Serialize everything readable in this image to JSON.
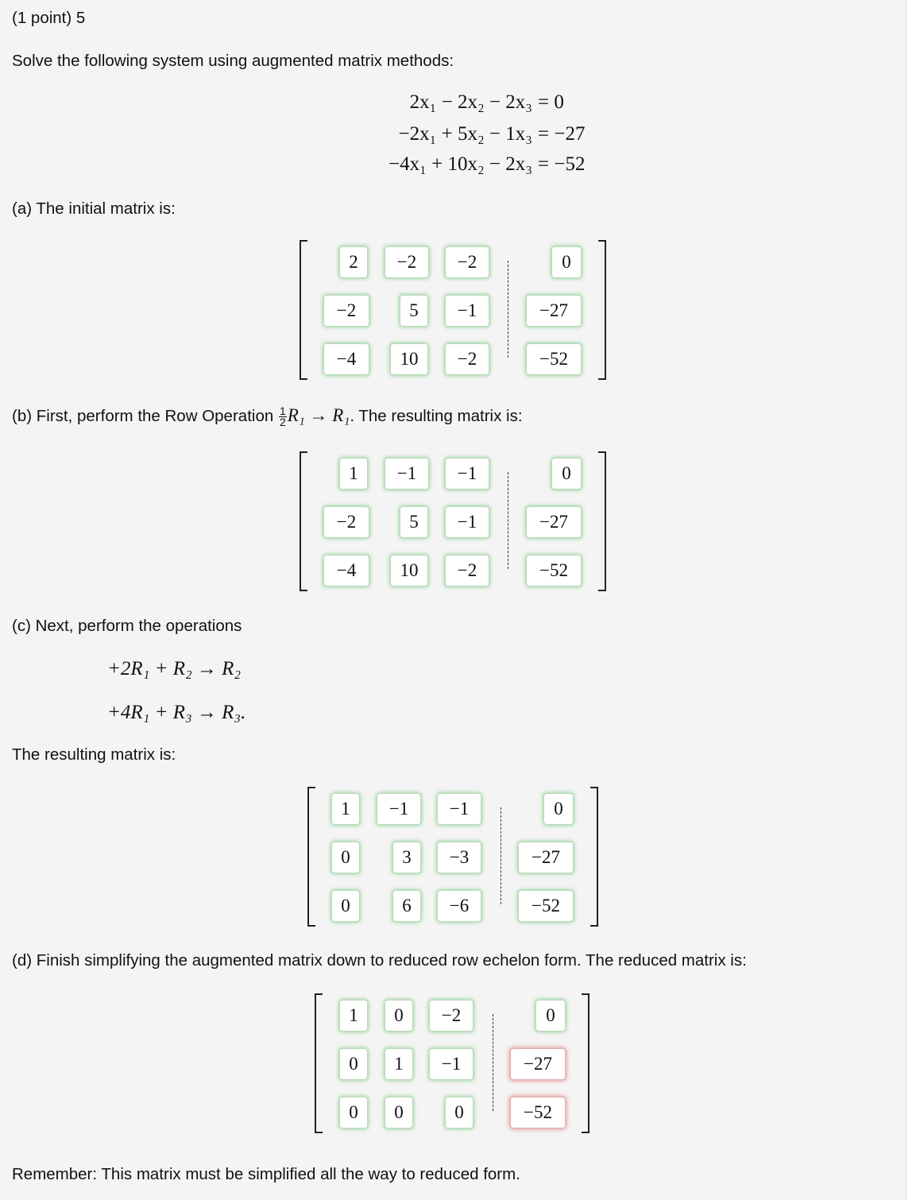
{
  "problem": {
    "header": "(1 point) 5",
    "instruction": "Solve the following system using augmented matrix methods:"
  },
  "system": [
    {
      "lhs": "2x₁ − 2x₂ − 2x₃",
      "rhs": "= 0"
    },
    {
      "lhs": "−2x₁ + 5x₂ − 1x₃",
      "rhs": "= −27"
    },
    {
      "lhs": "−4x₁ + 10x₂ − 2x₃",
      "rhs": "= −52"
    }
  ],
  "part_a": {
    "label": "(a) The initial matrix is:",
    "matrix": [
      [
        "2",
        "−2",
        "−2",
        "0"
      ],
      [
        "−2",
        "5",
        "−1",
        "−27"
      ],
      [
        "−4",
        "10",
        "−2",
        "−52"
      ]
    ]
  },
  "part_b": {
    "label_start": "(b) First, perform the Row Operation ",
    "frac_num": "1",
    "frac_den": "2",
    "operation": "R₁ → R₁",
    "label_end": ". The resulting matrix is:",
    "matrix": [
      [
        "1",
        "−1",
        "−1",
        "0"
      ],
      [
        "−2",
        "5",
        "−1",
        "−27"
      ],
      [
        "−4",
        "10",
        "−2",
        "−52"
      ]
    ]
  },
  "part_c": {
    "label": "(c) Next, perform the operations",
    "op1": "+2R₁ + R₂ → R₂",
    "op2": "+4R₁ + R₃ → R₃.",
    "result_label": "The resulting matrix is:",
    "matrix": [
      [
        "1",
        "−1",
        "−1",
        "0"
      ],
      [
        "0",
        "3",
        "−3",
        "−27"
      ],
      [
        "0",
        "6",
        "−6",
        "−52"
      ]
    ]
  },
  "part_d": {
    "label": "(d) Finish simplifying the augmented matrix down to reduced row echelon form. The reduced matrix is:",
    "matrix": [
      [
        "1",
        "0",
        "−2",
        "0"
      ],
      [
        "0",
        "1",
        "−1",
        "−27"
      ],
      [
        "0",
        "0",
        "0",
        "−52"
      ]
    ],
    "status": [
      [
        "correct",
        "correct",
        "correct",
        "correct"
      ],
      [
        "correct",
        "correct",
        "correct",
        "incorrect"
      ],
      [
        "correct",
        "correct",
        "correct",
        "incorrect"
      ]
    ]
  },
  "footer": {
    "reminder": "Remember: This matrix must be simplified all the way to reduced form."
  },
  "colors": {
    "correct_glow": "#5abe5a",
    "incorrect_glow": "#dc5050",
    "panel_bg": "#f4f4f4"
  }
}
